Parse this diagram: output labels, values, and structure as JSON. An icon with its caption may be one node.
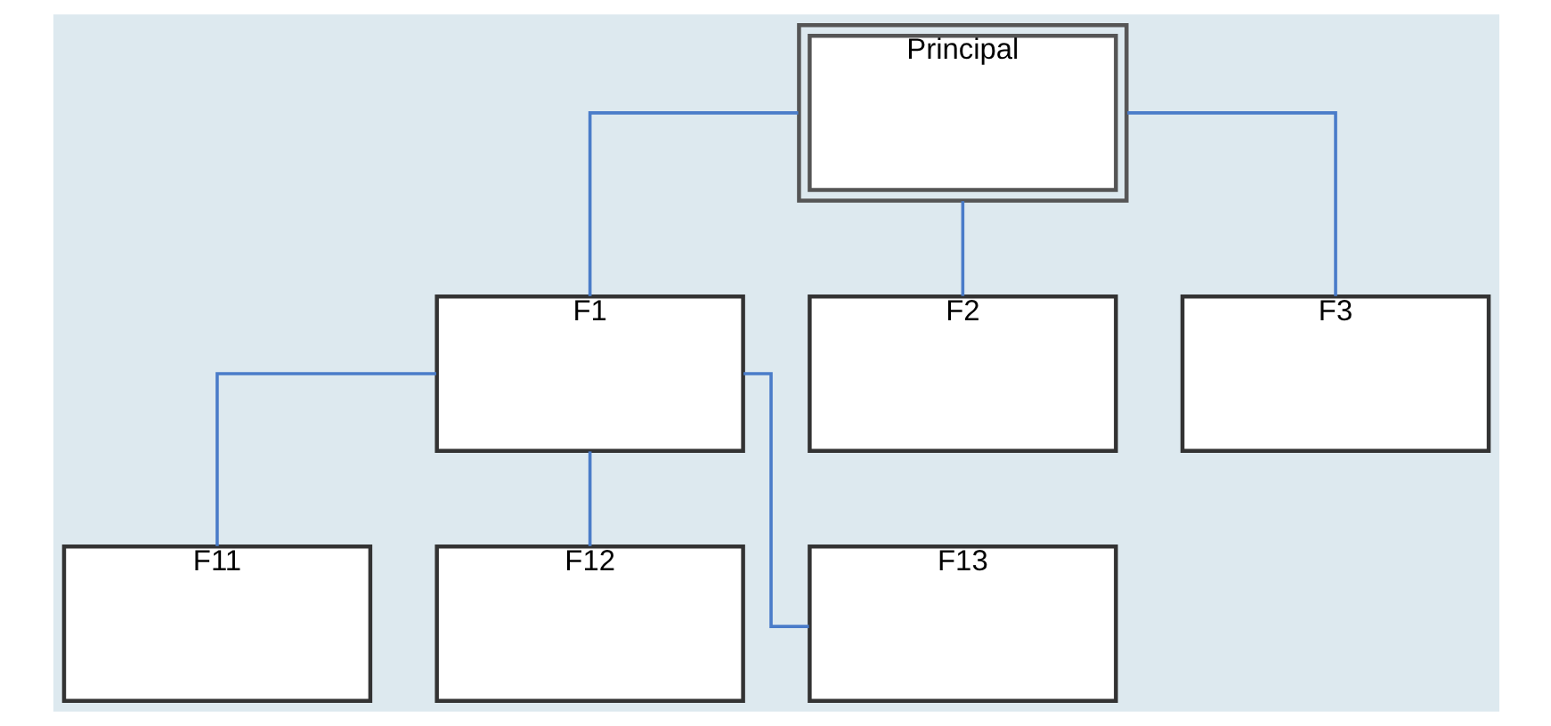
{
  "diagram": {
    "nodes": [
      {
        "text": [
          "Principal"
        ]
      },
      {
        "text": [
          "F1"
        ]
      },
      {
        "text": [
          "F2"
        ]
      },
      {
        "text": [
          "F3"
        ]
      },
      {
        "text": [
          "F11"
        ]
      },
      {
        "text": [
          "F12"
        ]
      },
      {
        "text": [
          "F13"
        ]
      }
    ],
    "edges": [
      {
        "from": 0,
        "to": 1,
        "arrow": "none"
      },
      {
        "from": 0,
        "to": 2,
        "arrow": "none"
      },
      {
        "from": 0,
        "to": 3,
        "arrow": "none"
      },
      {
        "from": 1,
        "to": 4,
        "arrow": "none"
      },
      {
        "from": 1,
        "to": 5,
        "arrow": "none"
      },
      {
        "from": 1,
        "to": 6,
        "arrow": "none"
      }
    ]
  }
}
